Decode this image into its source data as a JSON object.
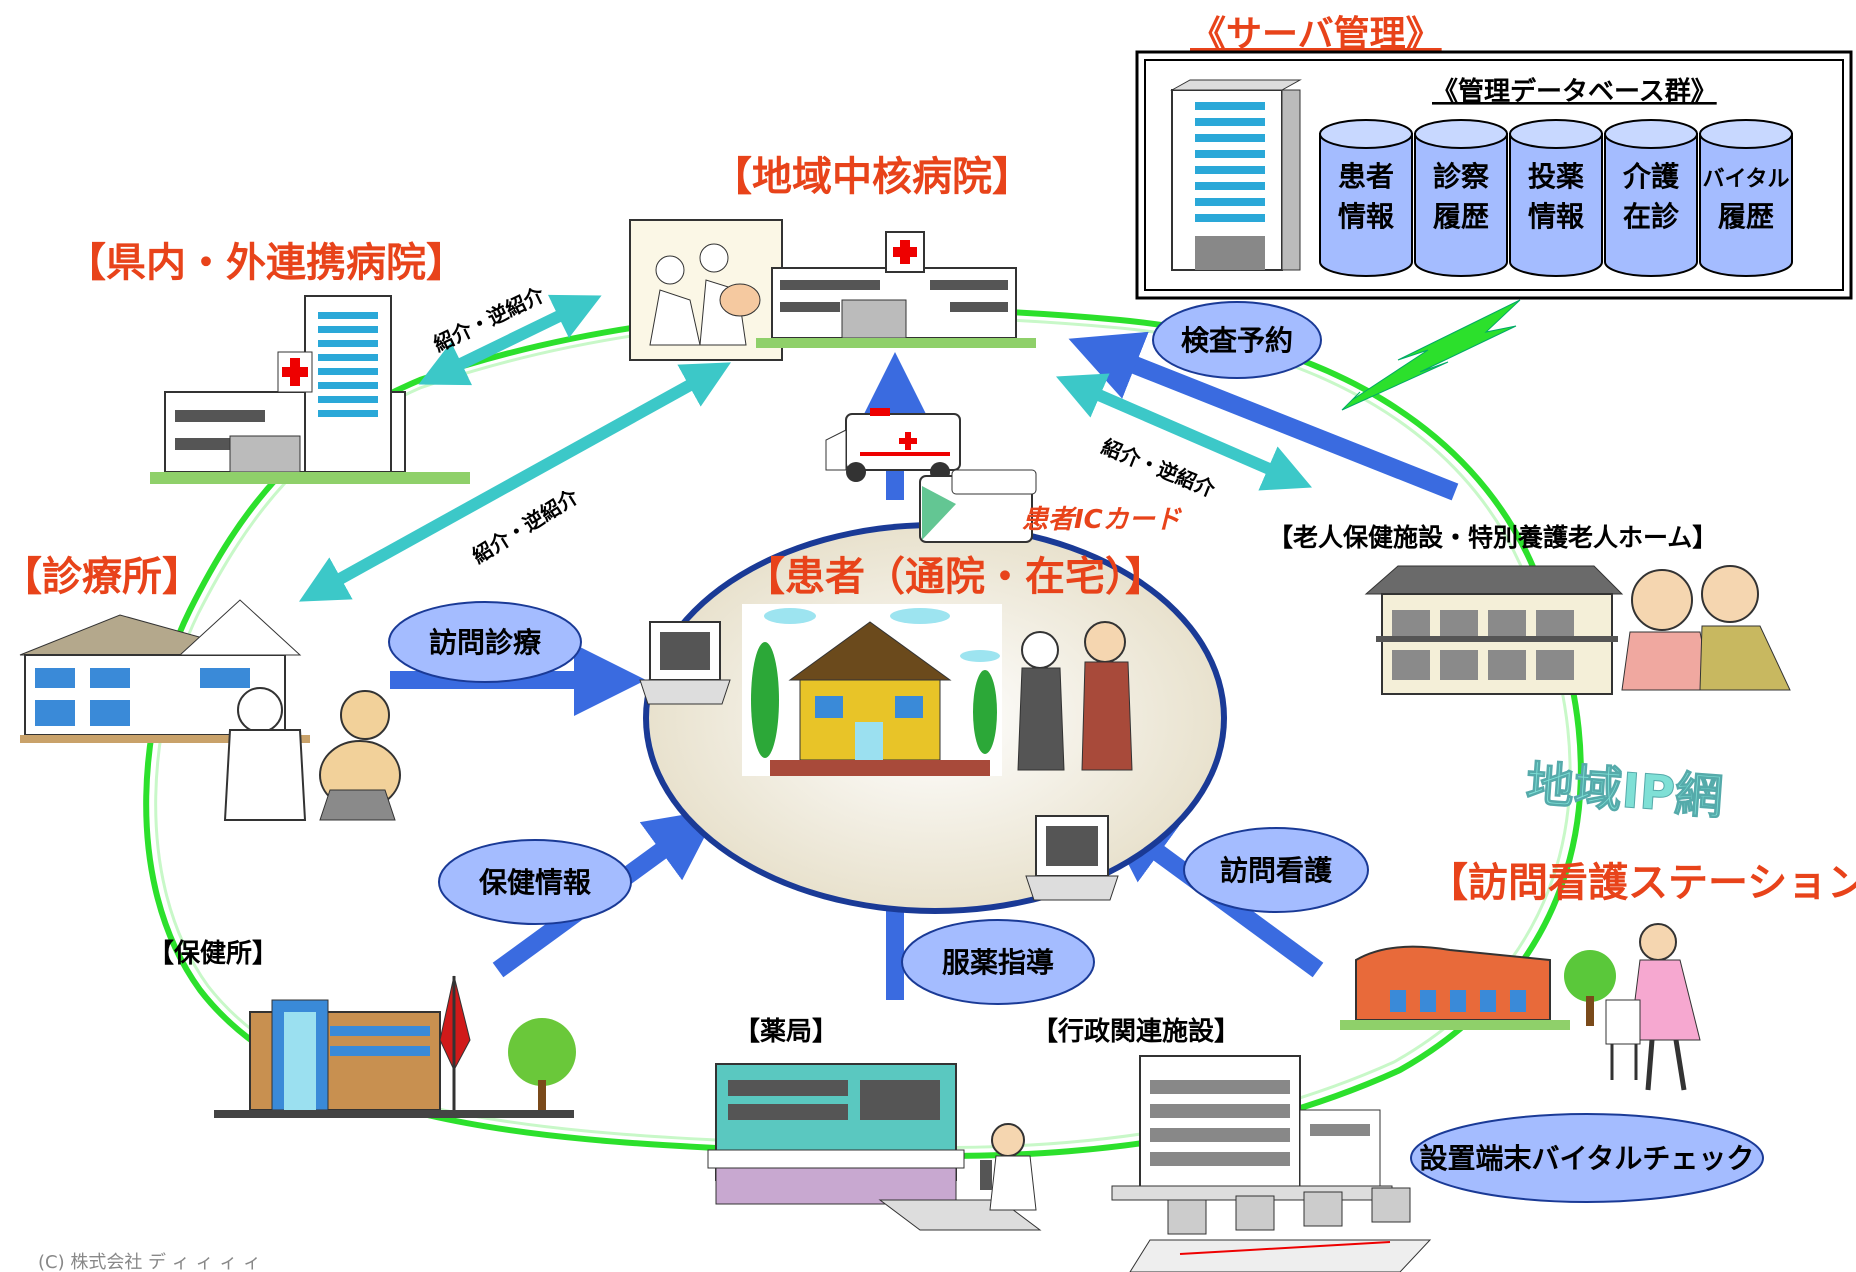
{
  "server": {
    "title": "《サーバ管理》",
    "db_group_title": "《管理データベース群》",
    "databases": [
      {
        "line1": "患者",
        "line2": "情報"
      },
      {
        "line1": "診察",
        "line2": "履歴"
      },
      {
        "line1": "投薬",
        "line2": "情報"
      },
      {
        "line1": "介護",
        "line2": "在診"
      },
      {
        "line1": "バイタル",
        "line2": "履歴"
      }
    ]
  },
  "nodes": {
    "core_hospital": "【地域中核病院】",
    "partner_hospital": "【県内・外連携病院】",
    "clinic": "【診療所】",
    "elderly_facility": "【老人保健施設・特別養護老人ホーム】",
    "nursing_station": "【訪問看護ステーション】",
    "health_center": "【保健所】",
    "pharmacy": "【薬局】",
    "admin_facility": "【行政関連施設】",
    "patient": "【患者（通院・在宅）】"
  },
  "labels": {
    "referral_1": "紹介・逆紹介",
    "referral_2": "紹介・逆紹介",
    "referral_3": "紹介・逆紹介",
    "ic_card": "患者ICカード",
    "network": "地域IP網"
  },
  "pills": {
    "exam_booking": "検査予約",
    "home_visit_care": "訪問診療",
    "health_info": "保健情報",
    "medication_guidance": "服薬指導",
    "visit_nursing": "訪問看護",
    "vital_check": "設置端末バイタルチェック"
  },
  "footer": "(C)  株式会社  デ  ィ  ィ  ィ  ィ"
}
